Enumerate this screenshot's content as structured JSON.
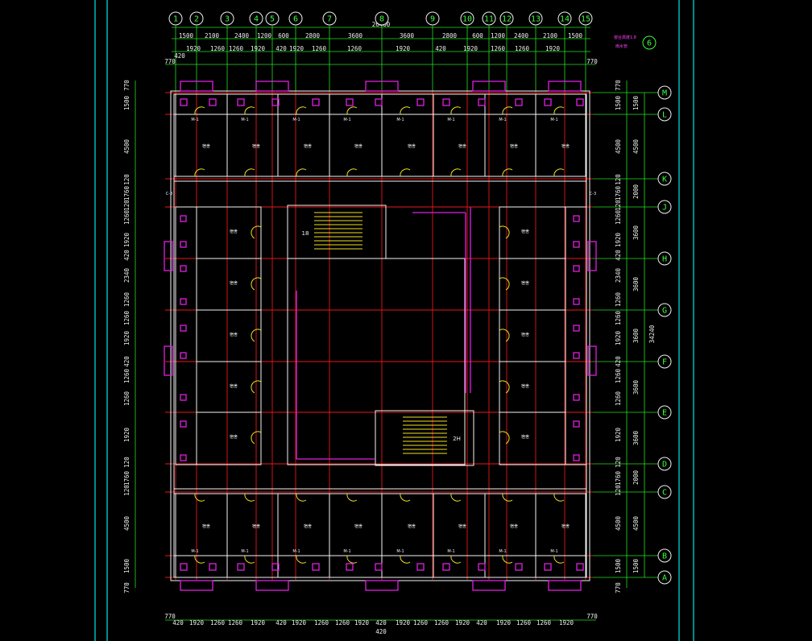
{
  "axes": {
    "columns": [
      "1",
      "2",
      "3",
      "4",
      "5",
      "6",
      "7",
      "8",
      "9",
      "10",
      "11",
      "12",
      "13",
      "14",
      "15"
    ],
    "rows": [
      "M",
      "L",
      "K",
      "J",
      "H",
      "G",
      "F",
      "E",
      "D",
      "C",
      "B",
      "A"
    ],
    "detail_mark": "6"
  },
  "dims": {
    "top_total": "26400",
    "top_row1": [
      "1500",
      "2100",
      "2400",
      "1200",
      "600",
      "2800",
      "3600",
      "3600",
      "2800",
      "600",
      "1200",
      "2400",
      "2100",
      "1500"
    ],
    "top_row2": [
      "1920",
      "1260",
      "1260",
      "1920",
      "420",
      "1920",
      "1260",
      "1260",
      "1920",
      "420",
      "1920",
      "1260",
      "1260",
      "1920"
    ],
    "top_edge_left": "770",
    "top_edge_right": "770",
    "top_420": "420",
    "bottom_row": [
      "1920",
      "1260",
      "1260",
      "1920",
      "420",
      "1920",
      "1260",
      "1260",
      "1920",
      "420",
      "1920",
      "1260",
      "1260",
      "1920"
    ],
    "bottom_edge_left": "770",
    "bottom_edge_right": "770",
    "bottom_420": "420",
    "bottom_sub": "420",
    "left_col": [
      "770",
      "1500",
      "4500",
      "120",
      "1760",
      "120",
      "1260",
      "1920",
      "420",
      "2340",
      "1260",
      "1260",
      "1920",
      "420",
      "1260",
      "1260",
      "1920",
      "120",
      "1760",
      "120",
      "4500",
      "1500",
      "770"
    ],
    "right_col1": [
      "770",
      "1500",
      "4500",
      "120",
      "1760",
      "120",
      "1260",
      "1920",
      "420",
      "2340",
      "1260",
      "1260",
      "1920",
      "420",
      "1260",
      "1260",
      "1920",
      "120",
      "1760",
      "120",
      "4500",
      "1500",
      "770"
    ],
    "right_col2": [
      "1500",
      "4500",
      "2000",
      "3600",
      "3600",
      "3600",
      "3600",
      "3600",
      "2000",
      "4500",
      "1500"
    ],
    "right_total": "34240"
  },
  "labels": {
    "stair_up": "18",
    "stair_down": "2H",
    "door_code": "M-1",
    "window_code": "C-3",
    "room_tag": "宿舍",
    "note_top": "窗台高度1.8",
    "note_top2": "雨水管"
  }
}
